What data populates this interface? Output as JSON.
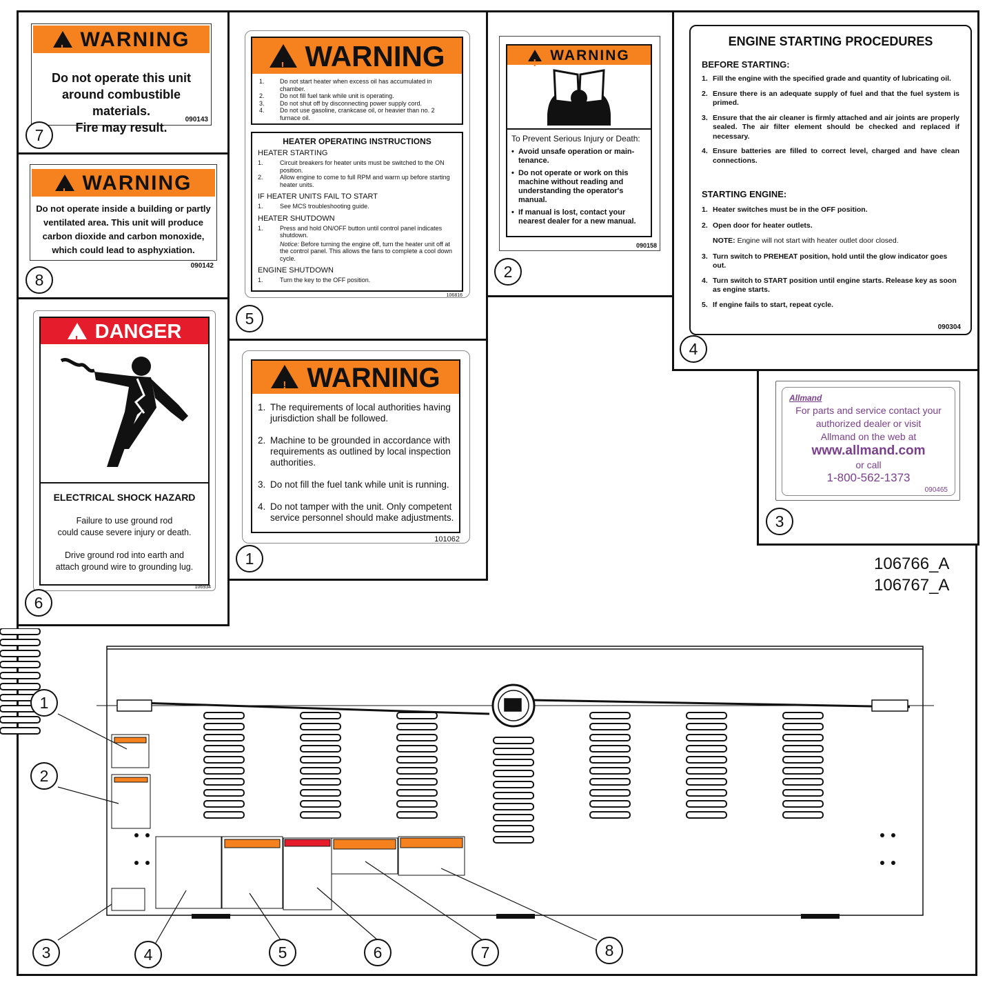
{
  "part_numbers": [
    "106766_A",
    "106767_A"
  ],
  "callouts": [
    "1",
    "2",
    "3",
    "4",
    "5",
    "6",
    "7",
    "8"
  ],
  "decals": {
    "d7": {
      "header": "WARNING",
      "text": [
        "Do not operate this unit",
        "around combustible materials.",
        "Fire may result."
      ],
      "code": "090143"
    },
    "d8": {
      "header": "WARNING",
      "text": [
        "Do not operate inside a building or partly",
        "ventilated area.  This unit will produce",
        "carbon dioxide and carbon monoxide,",
        "which could lead to asphyxiation."
      ],
      "code": "090142"
    },
    "d6": {
      "header": "DANGER",
      "title": "ELECTRICAL SHOCK HAZARD",
      "p1": [
        "Failure to use ground rod",
        "could cause severe injury or death."
      ],
      "p2": [
        "Drive ground rod into earth and",
        "attach ground wire to grounding lug."
      ],
      "code": "106934"
    },
    "d5": {
      "header": "WARNING",
      "warnings": [
        {
          "n": "1.",
          "t": "Do not start heater when excess oil has accumulated in chamber."
        },
        {
          "n": "2.",
          "t": "Do not fill fuel tank while unit is operating."
        },
        {
          "n": "3.",
          "t": "Do not shut off by disconnecting power supply cord."
        },
        {
          "n": "4.",
          "t": "Do not use gasoline, crankcase oil, or heavier than no. 2 furnace oil."
        }
      ],
      "instr_title": "HEATER OPERATING INSTRUCTIONS",
      "starting_title": "HEATER STARTING",
      "starting": [
        {
          "n": "1.",
          "t": "Circuit breakers for heater units must be switched to the ON position."
        },
        {
          "n": "2.",
          "t": "Allow engine to come to full RPM and warm up before starting heater units."
        }
      ],
      "fail_title": "IF HEATER UNITS FAIL TO START",
      "fail": [
        {
          "n": "1.",
          "t": "See MCS troubleshooting guide."
        }
      ],
      "shutdown_title": "HEATER SHUTDOWN",
      "shutdown": [
        {
          "n": "1.",
          "t": "Press and hold ON/OFF button until control panel indicates shutdown."
        }
      ],
      "notice_label": "Notice:",
      "notice": "Before turning the engine off, turn the heater unit off at the control panel.  This allows the fans to complete a cool down cycle.",
      "engine_title": "ENGINE SHUTDOWN",
      "engine": [
        {
          "n": "1.",
          "t": "Turn the key to the OFF position."
        }
      ],
      "code": "106816"
    },
    "d1": {
      "header": "WARNING",
      "items": [
        {
          "n": "1.",
          "t": "The requirements of local authorities having jurisdiction shall be followed."
        },
        {
          "n": "2.",
          "t": "Machine to be grounded in accordance with requirements as outlined by local inspection authorities."
        },
        {
          "n": "3.",
          "t": "Do not fill the fuel tank while unit is running."
        },
        {
          "n": "4.",
          "t": "Do not tamper with the unit. Only competent service personnel should make adjustments."
        }
      ],
      "code": "101062"
    },
    "d2": {
      "header": "WARNING",
      "intro": "To Prevent Serious Injury or Death:",
      "bullets": [
        "Avoid unsafe operation or main-tenance.",
        "Do not operate or work on this machine without reading and understanding the operator's manual.",
        "If manual is lost, contact your nearest dealer for a new manual."
      ],
      "code": "090158"
    },
    "d4": {
      "title": "ENGINE STARTING PROCEDURES",
      "before_title": "BEFORE STARTING:",
      "before": [
        {
          "n": "1.",
          "t": "Fill the engine with the specified grade and quantity of lubricating oil."
        },
        {
          "n": "2.",
          "t": "Ensure there is an adequate supply of fuel and that the fuel system is primed."
        },
        {
          "n": "3.",
          "t": "Ensure that the air cleaner is firmly attached and air joints are properly sealed.  The air filter element  should be checked and replaced if necessary."
        },
        {
          "n": "4.",
          "t": "Ensure batteries are filled to correct level, charged and have clean connections."
        }
      ],
      "start_title": "STARTING ENGINE:",
      "start1": [
        {
          "n": "1.",
          "t": "Heater switches must be in the OFF position."
        },
        {
          "n": "2.",
          "t": "Open door for heater outlets."
        }
      ],
      "note_label": "NOTE:",
      "note": "Engine will not start with heater outlet door closed.",
      "start2": [
        {
          "n": "3.",
          "t": "Turn switch to PREHEAT position, hold until the glow indicator goes out."
        },
        {
          "n": "4.",
          "t": "Turn switch to START position until engine starts.  Release key as soon as engine starts."
        },
        {
          "n": "5.",
          "t": "If engine fails to start, repeat cycle."
        }
      ],
      "code": "090304"
    },
    "d3": {
      "brand": "Allmand",
      "lines": [
        "For parts and service contact your",
        "authorized dealer or visit",
        "Allmand on the web at"
      ],
      "url": "www.allmand.com",
      "or": "or call",
      "phone": "1-800-562-1373",
      "code": "090465"
    }
  }
}
